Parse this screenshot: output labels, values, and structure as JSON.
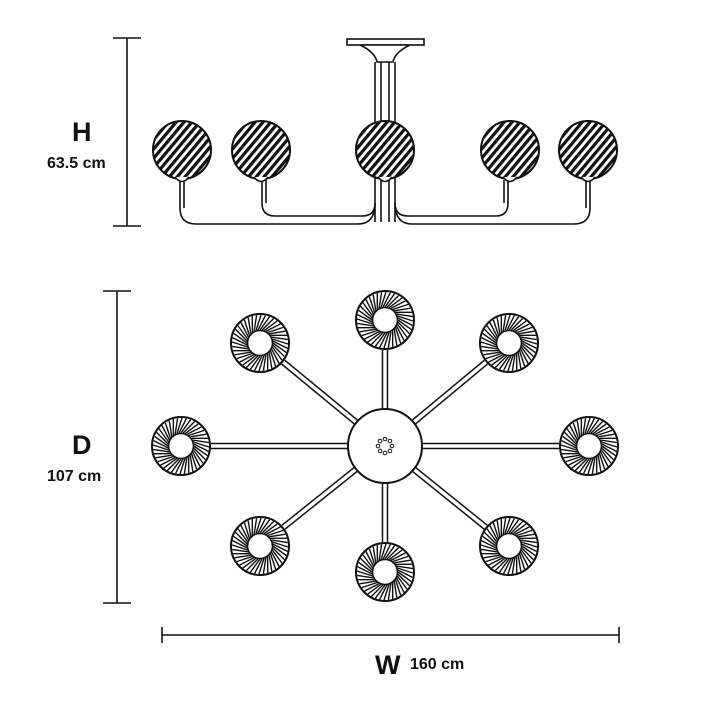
{
  "dimensions": {
    "height": {
      "letter": "H",
      "value": "63.5 cm"
    },
    "depth": {
      "letter": "D",
      "value": "107 cm"
    },
    "width": {
      "letter": "W",
      "value": "160 cm"
    }
  },
  "colors": {
    "line": "#111111",
    "background": "#ffffff"
  }
}
